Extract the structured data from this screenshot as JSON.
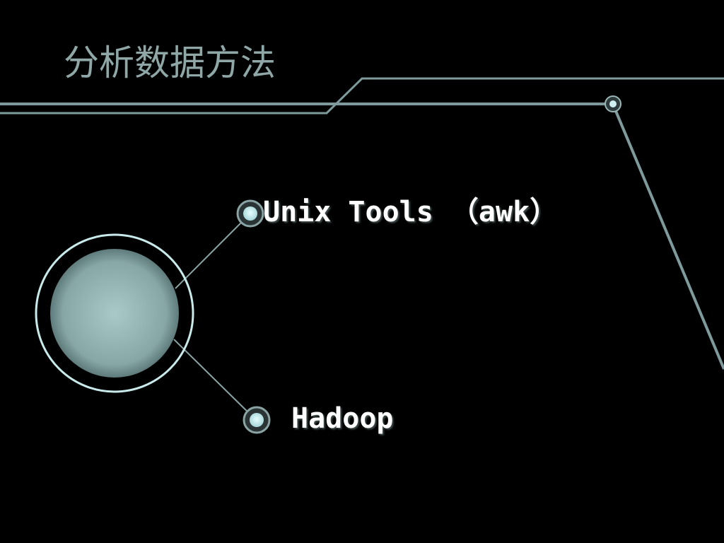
{
  "slide": {
    "title": "分析数据方法",
    "items": [
      {
        "label": "Unix Tools （awk）"
      },
      {
        "label": "Hadoop"
      }
    ]
  },
  "colors": {
    "background": "#000000",
    "title": "#8fa7a7",
    "line": "#7f9a9c",
    "node_fill": "#c9eef0",
    "hub_fill": "#8fb0b0",
    "text": "#ffffff"
  }
}
